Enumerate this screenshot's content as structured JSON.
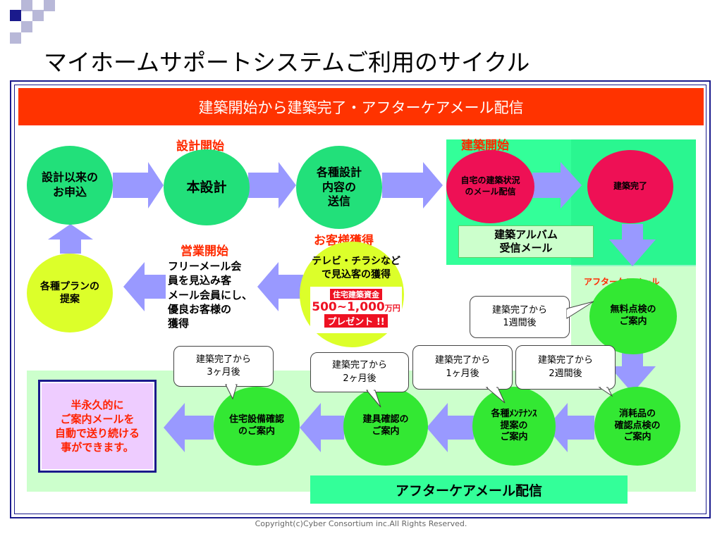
{
  "title": "マイホームサポートシステムご利用のサイクル",
  "banner": "建築開始から建築完了・アフターケアメール配信",
  "labels": {
    "design_start": "設計開始",
    "construction_start": "建築開始",
    "customer_acquired": "お客様獲得",
    "sales_start": "営業開始",
    "aftercare_mail_small": "アフターケアメール",
    "aftercare_footer": "アフターケアメール配信"
  },
  "nodes": {
    "inquiry": "設計以来の\nお申込",
    "design": "本設計",
    "send_spec": "各種設計\n内容の\n送信",
    "status_mail": "自宅の建築状況\nのメール配信",
    "complete": "建築完了",
    "free_inspection": "無料点検の\nご案内",
    "consumables": "消耗品の\n確認点検の\nご案内",
    "maintenance": "各種ﾒﾝﾃﾅﾝｽ\n提案の\nご案内",
    "fixtures": "建具確認の\nご案内",
    "equipment": "住宅設備確認\nのご案内",
    "plan_proposal": "各種プランの\n提案",
    "album_mail": "建築アルバム\n受信メール"
  },
  "texts": {
    "free_member": "フリーメール会\n員を見込み客\nメール会員にし、\n優良お客様の\n獲得",
    "tv_flyer": "テレビ・チラシなど\nで見込客の獲得",
    "promo_line1": "住宅建築資金",
    "promo_line2": "500~1,000",
    "promo_unit": "万円",
    "promo_line3": "プレゼント !!",
    "permanent": "半永久的に\nご案内メールを\n自動で送り続ける\n事ができます。"
  },
  "bubbles": {
    "b1w": "建築完了から\n1週間後",
    "b3m": "建築完了から\n3ヶ月後",
    "b2m": "建築完了から\n2ヶ月後",
    "b1m": "建築完了から\n1ヶ月後",
    "b2w": "建築完了から\n2週間後"
  },
  "copyright": "Copyright(c)Cyber Consortium inc.All Rights Reserved.",
  "colors": {
    "banner": "#ff3300",
    "circle_green": "#22e07a",
    "circle_lime": "#dcff2a",
    "circle_pink": "#ee1055",
    "circle_bright": "#33e833",
    "arrow": "#9999ff",
    "panel_green": "#ccffcc",
    "panel_mint": "#33ff99"
  }
}
